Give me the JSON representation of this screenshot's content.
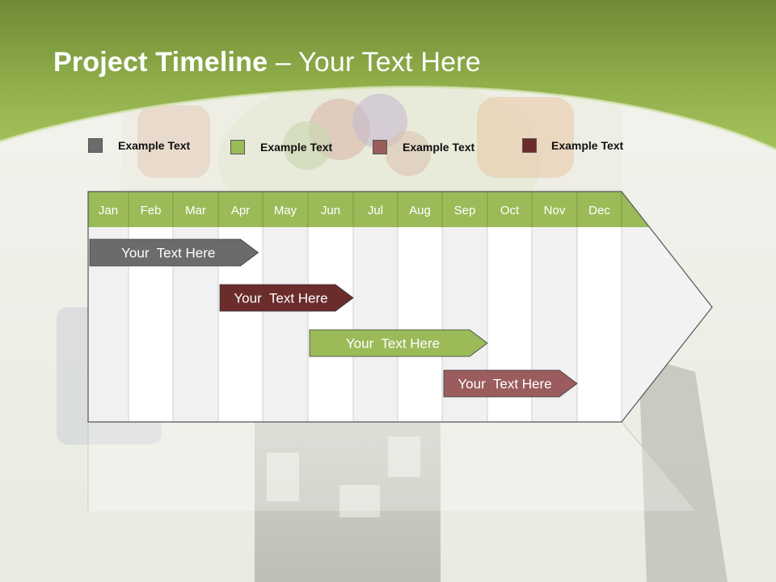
{
  "title": {
    "bold": "Project Timeline",
    "rest": " – Your Text Here"
  },
  "colors": {
    "green": "#9bbb59",
    "dark_green": "#6e8a34",
    "gray": "#6b6b6b",
    "maroon": "#6b2c2c",
    "rose": "#9a5c5c"
  },
  "legend": [
    {
      "label": "Example Text",
      "color": "#6b6b6b"
    },
    {
      "label": "Example Text",
      "color": "#9bbb59"
    },
    {
      "label": "Example Text",
      "color": "#9a5c5c"
    },
    {
      "label": "Example Text",
      "color": "#6b2c2c"
    }
  ],
  "months": [
    "Jan",
    "Feb",
    "Mar",
    "Apr",
    "May",
    "Jun",
    "Jul",
    "Aug",
    "Sep",
    "Oct",
    "Nov",
    "Dec"
  ],
  "tasks": [
    {
      "label": "Your  Text Here",
      "start_month": 1.0,
      "end_month": 4.9,
      "color": "#6b6b6b"
    },
    {
      "label": "Your  Text Here",
      "start_month": 4.0,
      "end_month": 7.0,
      "color": "#6b2c2c"
    },
    {
      "label": "Your  Text Here",
      "start_month": 6.0,
      "end_month": 10.0,
      "color": "#9bbb59"
    },
    {
      "label": "Your  Text Here",
      "start_month": 9.0,
      "end_month": 12.0,
      "color": "#9a5c5c"
    }
  ]
}
